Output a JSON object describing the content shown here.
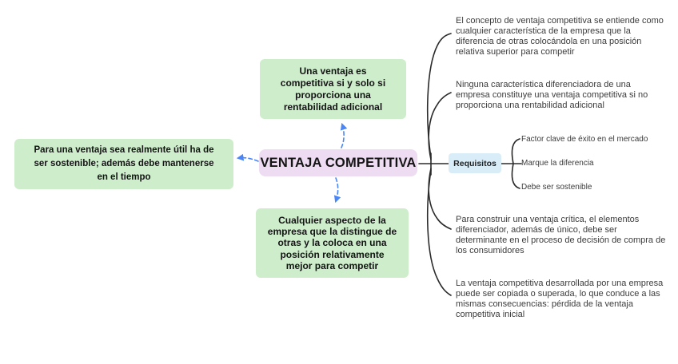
{
  "title": "VENTAJA COMPETITIVA",
  "colors": {
    "node_green": "#cdedcb",
    "node_purple": "#eeddf2",
    "node_blue": "#d9edf8",
    "arrow_blue": "#4a86f7",
    "branch_line": "#2b2b2b",
    "note_text": "#3c3c3c"
  },
  "center": {
    "label": "VENTAJA COMPETITIVA"
  },
  "top_node": {
    "text": "Una ventaja es\ncompetitiva si y solo si\nproporciona una\nrentabilidad adicional"
  },
  "left_node": {
    "text": "Para una ventaja sea realmente útil ha de\nser sostenible; además debe mantenerse\nen el tiempo"
  },
  "bottom_node": {
    "text": "Cualquier aspecto de la\nempresa que la distingue de\notras y la coloca en una\nposición relativamente\nmejor para competir"
  },
  "right_notes": [
    {
      "text": "El concepto de ventaja competitiva se entiende como\ncualquier característica de la empresa que la\ndiferencia de otras colocándola en una posición\nrelativa superior para competir"
    },
    {
      "text": "Ninguna característica diferenciadora de una\nempresa constituye una ventaja competitiva si no\nproporciona una rentabilidad adicional"
    },
    {
      "text": "Para construir una ventaja crítica, el elementos\ndiferenciador, además de único, debe ser\ndeterminante en el proceso de decisión de compra de\nlos consumidores"
    },
    {
      "text": "La ventaja competitiva desarrollada por una empresa\npuede ser copiada o superada, lo que conduce a las\nmismas consecuencias: pérdida de la ventaja\ncompetitiva inicial"
    }
  ],
  "requisitos": {
    "label": "Requisitos",
    "items": [
      "Factor clave de éxito en el mercado",
      "Marque la diferencia",
      "Debe ser sostenible"
    ]
  }
}
